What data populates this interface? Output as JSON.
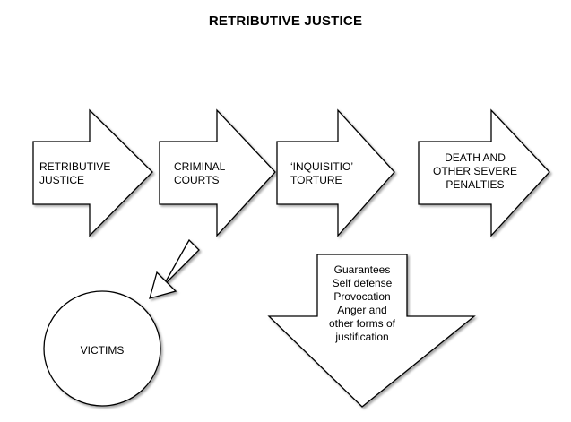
{
  "title": "RETRIBUTIVE JUSTICE",
  "flow": [
    {
      "label": [
        "RETRIBUTIVE",
        "JUSTICE"
      ]
    },
    {
      "label": [
        "CRIMINAL",
        "COURTS"
      ]
    },
    {
      "label": [
        "‘INQUISITIO’",
        "TORTURE"
      ]
    },
    {
      "label": [
        "DEATH AND",
        "OTHER SEVERE",
        "PENALTIES"
      ]
    }
  ],
  "victims": {
    "label": "VICTIMS"
  },
  "justifications": {
    "lines": [
      "Guarantees",
      "Self defense",
      "Provocation",
      "Anger and",
      "other forms of",
      "justification"
    ]
  }
}
